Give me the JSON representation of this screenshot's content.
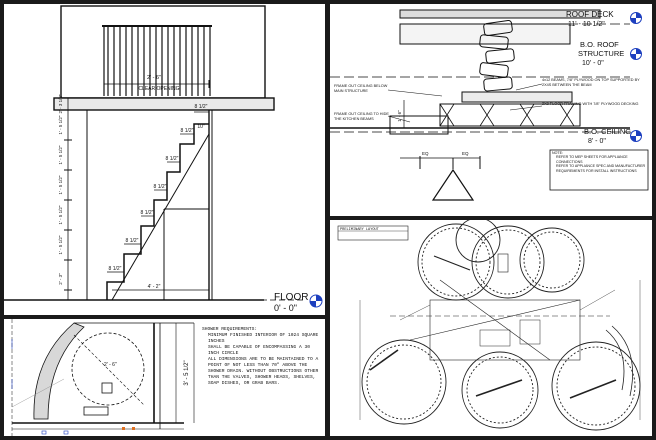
{
  "stair": {
    "clear_dim": "2' - 6\"",
    "clear_label": "CLEAR OPENING",
    "riser_label": "8 1/2\"",
    "tread_label": "10\"",
    "bottom_dim": "4' - 2\"",
    "left_dims": [
      "2' - 3 1/2\"",
      "1' - 5 1/2\"",
      "1' - 5 1/2\"",
      "1' - 5 1/2\"",
      "1' - 5 1/2\"",
      "1' - 5 1/2\"",
      "2' - 3\""
    ],
    "floor_label": "FLOOR",
    "floor_elev": "0' - 0\""
  },
  "roof": {
    "roof_deck_label": "ROOF DECK",
    "roof_deck_elev": "11' - 10 1/2\"",
    "bo_roof_label1": "B.O. ROOF",
    "bo_roof_label2": "STRUCTURE",
    "bo_roof_elev": "10' - 0\"",
    "bo_ceiling_label": "B.O. CEILING",
    "bo_ceiling_elev": "8' - 0\"",
    "note_beams": "4x12 BEAMS, 7/8\" PLYWOOD ON TOP SUPPORTED BY 2X4S BETWEEN THE BEAM",
    "note_floor": "2X8 FLOOR FRAMING WITH 7/8\" PLYWOOD DECKING",
    "note_frame1": "FRAME OUT CEILING BELOW MAIN STRUCTURE",
    "note_frame2": "FRAME OUT CEILING TO HIDE THE KITCHEN BEAMS",
    "dim_vertical": "1' - 6\"",
    "eq": "EQ",
    "note_title": "NOTE:",
    "note_1": "REFER TO MEP SHEETS FOR APPLIANCE CONNECTIONS",
    "note_2": "REFER TO APPLIANCE SPEC AND MANUFACTURER REQUIREMENTS FOR INSTALL INSTRUCTIONS"
  },
  "shower": {
    "req_title": "SHOWER REQUIREMENTS:",
    "req_1": "MINIMUM FINISHED INTERIOR OF 1024 SQUARE INCHES",
    "req_2": "SHALL BE CAPABLE OF ENCOMPASSING A 30 INCH CIRCLE",
    "req_3": "ALL DIMENSIONS ARE TO BE MAINTAINED TO A POINT OF NOT LESS THAN 70\" ABOVE THE SHOWER DRAIN. WITHOUT OBSTRUCTIONS OTHER THAN THE VALVES, SHOWER HEADS, SHELVES, SOAP DISHES, OR GRAB BARS.",
    "circle_dim": "2' - 6\"",
    "width_dim": "3' - 5 1/2\""
  },
  "plan": {
    "title_block": "PRELIMINARY LAYOUT"
  }
}
